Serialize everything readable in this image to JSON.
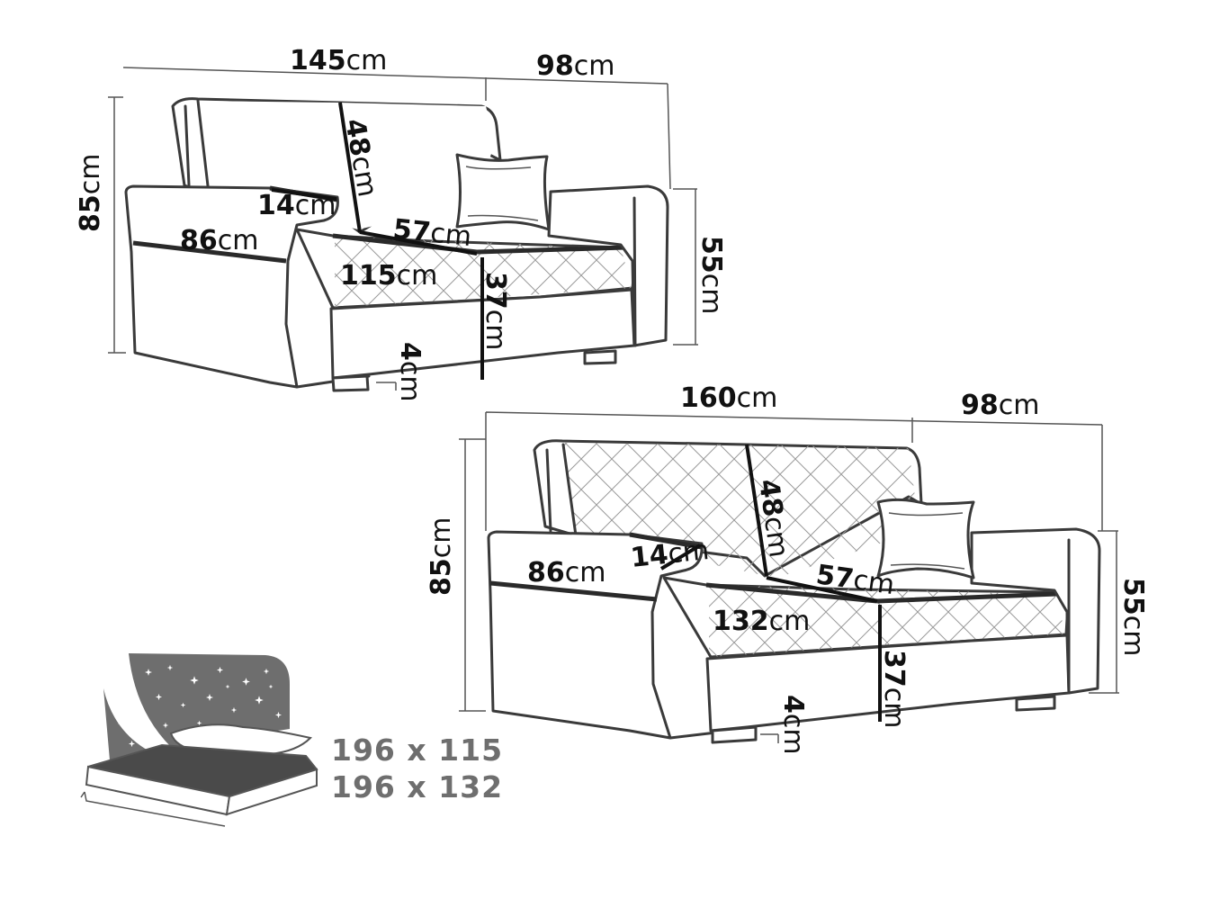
{
  "colors": {
    "line": "#3a3a3a",
    "measure": "#111111",
    "icon_fill": "#6e6e6e",
    "text_grey": "#6e6e6e"
  },
  "units": "cm",
  "sofa_small": {
    "width": "145",
    "depth": "98",
    "height": "85",
    "arm_height": "55",
    "back_height": "48",
    "arm_width": "14",
    "arm_depth": "86",
    "seat_depth": "57",
    "seat_width": "115",
    "seat_height": "37",
    "leg_height": "4"
  },
  "sofa_large": {
    "width": "160",
    "depth": "98",
    "height": "85",
    "arm_height": "55",
    "back_height": "48",
    "arm_width": "14",
    "arm_depth": "86",
    "seat_depth": "57",
    "seat_width": "132",
    "seat_height": "37",
    "leg_height": "4"
  },
  "sleeping_area": {
    "icon": "bed-with-night-sky-icon",
    "size_small": "196 x 115",
    "size_large": "196 x 132"
  }
}
